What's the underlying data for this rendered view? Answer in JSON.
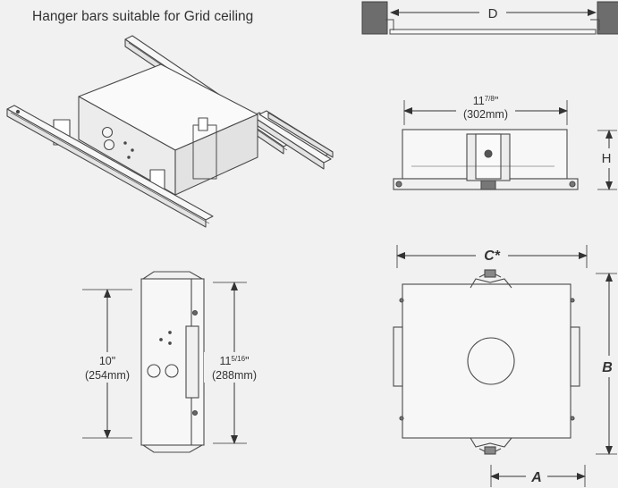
{
  "caption": "Hanger bars suitable for Grid ceiling",
  "dimensions": {
    "d": "D",
    "width_in_whole": "11",
    "width_in_frac": "7/8",
    "width_in_mark": "\"",
    "width_mm": "(302mm)",
    "h": "H",
    "c": "C*",
    "b": "B",
    "a": "A",
    "height_in": "10\"",
    "height_mm": "(254mm)",
    "length_in_whole": "11",
    "length_in_frac": "5/16",
    "length_in_mark": "\"",
    "length_mm": "(288mm)"
  },
  "colors": {
    "line": "#4a4a4a",
    "metal_fill": "#f7f7f7",
    "block_fill": "#6d6d6d",
    "background": "#f1f1f1"
  }
}
